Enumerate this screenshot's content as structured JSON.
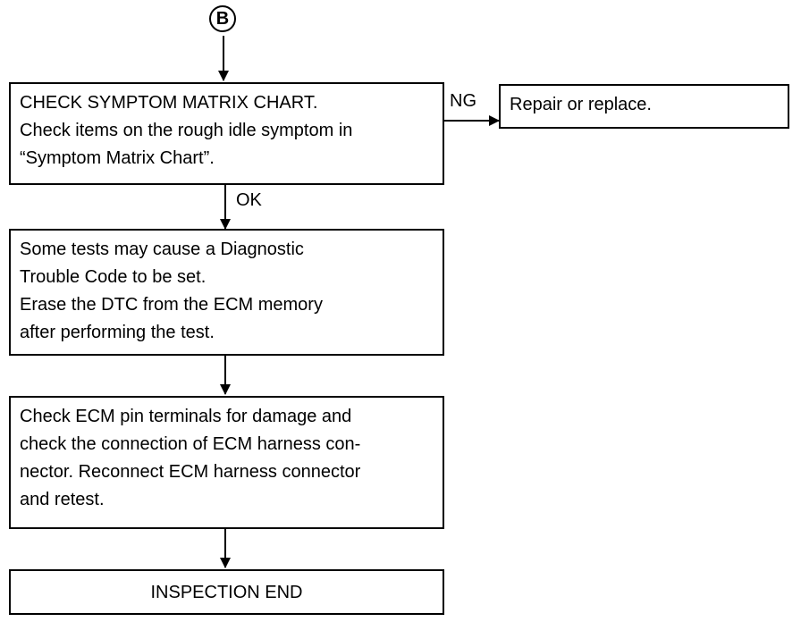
{
  "connector": {
    "label": "B"
  },
  "boxes": {
    "check_symptom": "CHECK SYMPTOM MATRIX CHART.\nCheck items on the rough idle symptom in\n“Symptom Matrix Chart”.",
    "repair": "Repair or replace.",
    "dtc_note": "Some tests may cause a Diagnostic\nTrouble Code to be set.\nErase the DTC from the ECM memory\nafter performing the test.",
    "ecm_check": "Check ECM pin terminals for damage and\ncheck the connection of ECM harness con-\nnector. Reconnect ECM harness connector\nand retest.",
    "end": "INSPECTION END"
  },
  "labels": {
    "ng": "NG",
    "ok": "OK"
  }
}
